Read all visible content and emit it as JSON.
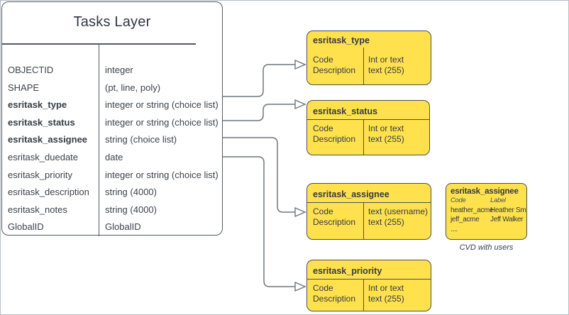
{
  "tasks_layer": {
    "title": "Tasks Layer",
    "fields": [
      {
        "name": "OBJECTID",
        "type": "integer"
      },
      {
        "name": "SHAPE",
        "type": "(pt, line, poly)"
      },
      {
        "name": "esritask_type",
        "type": "integer or string (choice list)"
      },
      {
        "name": "esritask_status",
        "type": "integer or string (choice list)"
      },
      {
        "name": "esritask_assignee",
        "type": "string (choice list)"
      },
      {
        "name": "esritask_duedate",
        "type": "date"
      },
      {
        "name": "esritask_priority",
        "type": "integer or string (choice list)"
      },
      {
        "name": "esritask_description",
        "type": "string (4000)"
      },
      {
        "name": "esritask_notes",
        "type": "string (4000)"
      },
      {
        "name": "GlobalID",
        "type": "GlobalID"
      }
    ]
  },
  "choice_tables": [
    {
      "title": "esritask_type",
      "left": [
        "Code",
        "Description"
      ],
      "right": [
        "Int or text",
        "text (255)"
      ]
    },
    {
      "title": "esritask_status",
      "left": [
        "Code",
        "Description"
      ],
      "right": [
        "Int or text",
        "text (255)"
      ]
    },
    {
      "title": "esritask_assignee",
      "left": [
        "Code",
        "Description"
      ],
      "right": [
        "text  (username)",
        "text (255)"
      ]
    },
    {
      "title": "esritask_priority",
      "left": [
        "Code",
        "Description"
      ],
      "right": [
        "Int or text",
        "text (255)"
      ]
    }
  ],
  "cvd_table": {
    "title": "esritask_assignee",
    "col_headers": [
      "Code",
      "Label"
    ],
    "rows": [
      [
        "heather_acme",
        "Heather Smith"
      ],
      [
        "jeff_acme",
        "Jeff Walker"
      ],
      [
        "....",
        ""
      ]
    ],
    "caption": "CVD with users"
  },
  "colors": {
    "choice_box_fill": "#ffe14e",
    "box_border": "#4a4f54",
    "connector": "#6e767e",
    "text": "#3b434c",
    "canvas_border": "#b7bec6"
  }
}
